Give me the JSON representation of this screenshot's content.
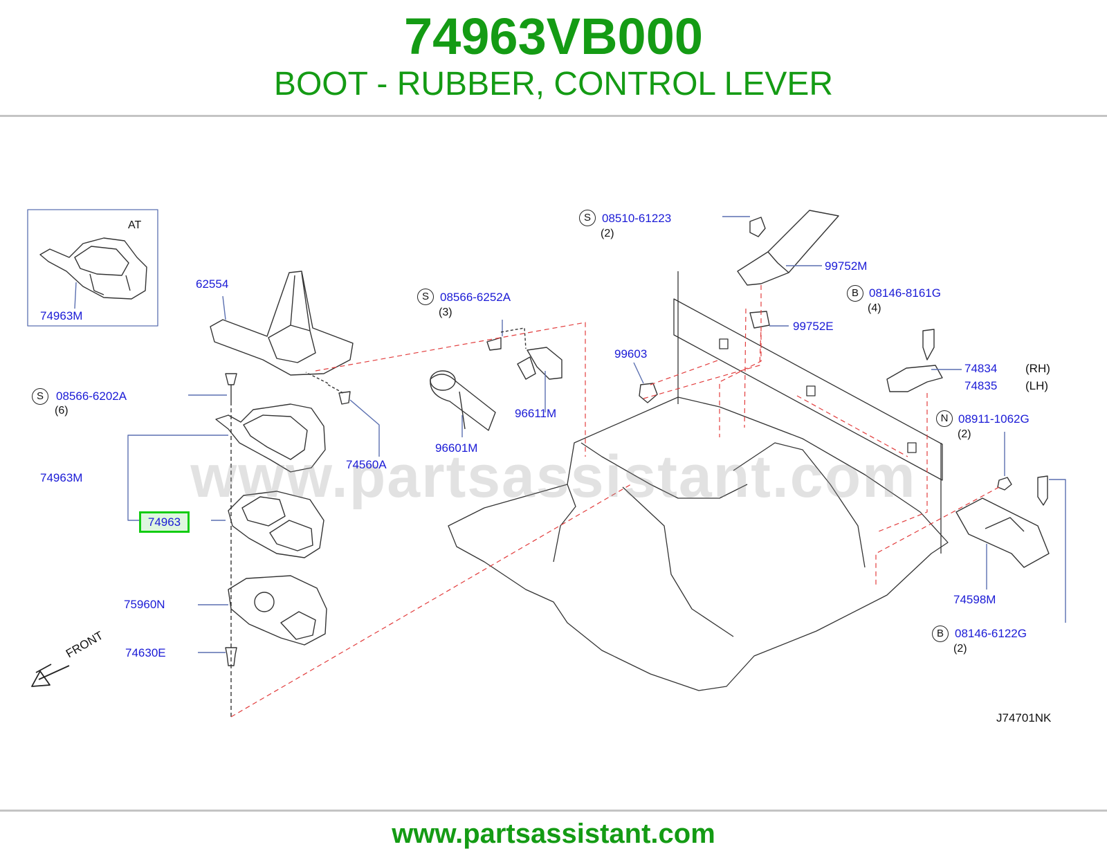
{
  "header": {
    "part_number": "74963VB000",
    "part_description": "BOOT - RUBBER, CONTROL LEVER"
  },
  "footer": {
    "website": "www.partsassistant.com"
  },
  "watermark": "www.partsassistant.com",
  "diagram": {
    "inset_label": "AT",
    "front_label": "FRONT",
    "code": "J74701NK",
    "highlighted_part": "74963",
    "callouts": {
      "inset_74963M": "74963M",
      "p62554": "62554",
      "p08566_6202A": "08566-6202A",
      "q6": "(6)",
      "p74963M": "74963M",
      "p74560A": "74560A",
      "p75960N": "75960N",
      "p74630E": "74630E",
      "p08566_6252A": "08566-6252A",
      "q3": "(3)",
      "p96611M": "96611M",
      "p96601M": "96601M",
      "p99603": "99603",
      "p08510_61223": "08510-61223",
      "q2a": "(2)",
      "p99752M": "99752M",
      "p99752E": "99752E",
      "p08146_8161G": "08146-8161G",
      "q4": "(4)",
      "p74834": "74834",
      "rh": "(RH)",
      "p74835": "74835",
      "lh": "(LH)",
      "p08911_1062G": "08911-1062G",
      "q2b": "(2)",
      "p74598M": "74598M",
      "p08146_6122G": "08146-6122G",
      "q2c": "(2)"
    },
    "prefix_symbols": {
      "s1": "S",
      "s2": "S",
      "s3": "S",
      "b1": "B",
      "n1": "N",
      "b2": "B"
    }
  },
  "colors": {
    "title": "#149b14",
    "callout": "#1a1ad6",
    "highlight_border": "#12cc12",
    "dashed_leader": "#e23c3c"
  }
}
